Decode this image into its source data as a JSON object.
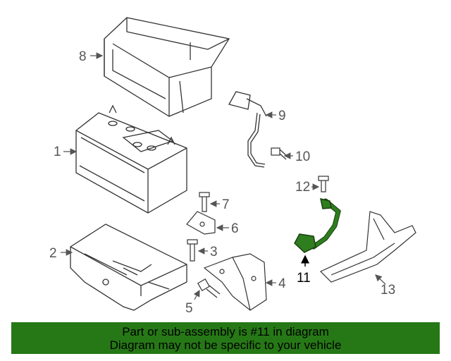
{
  "callouts": [
    {
      "id": "1",
      "label": "1"
    },
    {
      "id": "2",
      "label": "2"
    },
    {
      "id": "3",
      "label": "3"
    },
    {
      "id": "4",
      "label": "4"
    },
    {
      "id": "5",
      "label": "5"
    },
    {
      "id": "6",
      "label": "6"
    },
    {
      "id": "7",
      "label": "7"
    },
    {
      "id": "8",
      "label": "8"
    },
    {
      "id": "9",
      "label": "9"
    },
    {
      "id": "10",
      "label": "10"
    },
    {
      "id": "11",
      "label": "11"
    },
    {
      "id": "12",
      "label": "12"
    },
    {
      "id": "13",
      "label": "13"
    }
  ],
  "highlight": {
    "part": "11",
    "color": "#2e7d1e"
  },
  "banner": {
    "line1": "Part or sub-assembly is #11 in diagram",
    "line2": "Diagram may not be specific to your vehicle",
    "color": "#267816"
  }
}
